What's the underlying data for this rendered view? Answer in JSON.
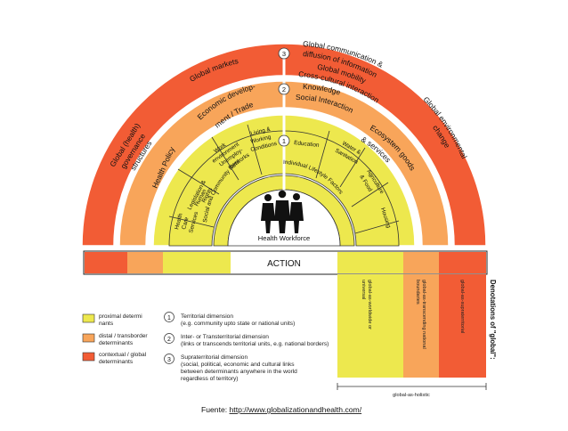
{
  "colors": {
    "outer": "#f25c35",
    "middle": "#f8a55a",
    "inner": "#ede84e",
    "white": "#ffffff"
  },
  "outer_labels": {
    "governance": [
      "Global (health)",
      "governance",
      "structures"
    ],
    "markets": "Global markets",
    "comm": [
      "Global communication &",
      "diffusion of information"
    ],
    "mobility": "Global mobility",
    "crosscult": "Cross-cultural interaction",
    "env": [
      "Global environmental",
      "change"
    ]
  },
  "middle_labels": {
    "health_policy": "Health Policy",
    "economic": [
      "Economic develop-",
      "ment / Trade"
    ],
    "knowledge": "Knowledge",
    "social": "Social Interaction",
    "ecosystem": [
      "Ecosystem goods",
      "& services"
    ]
  },
  "inner_labels": {
    "legislation": [
      "Legislation &",
      "Human",
      "Rights"
    ],
    "work": [
      "Work",
      "environment",
      "Unemploy-",
      "ment"
    ],
    "living": [
      "Living &",
      "Working",
      "Conditions"
    ],
    "education": "Education",
    "water": [
      "Water &",
      "Sanitation"
    ],
    "agriculture": [
      "Agriculture",
      "& Food"
    ],
    "health_care": [
      "Health",
      "Care",
      "Services"
    ],
    "social_networks": "Social and Community Networks",
    "lifestyle": "Individual Lifestyle Factors",
    "housing": "Housing"
  },
  "center": "Health Workforce",
  "dimension_numbers": [
    "1",
    "2",
    "3"
  ],
  "action": "ACTION",
  "legend": [
    {
      "color": "#ede84e",
      "lines": [
        "proximal determi",
        "nants"
      ]
    },
    {
      "color": "#f8a55a",
      "lines": [
        "distal / transborder",
        "determinants"
      ]
    },
    {
      "color": "#f25c35",
      "lines": [
        "contextual / global",
        "determinants"
      ]
    }
  ],
  "dimensions": [
    {
      "num": "1",
      "lines": [
        "Territorial dimension",
        "(e.g. community upto state or national units)"
      ]
    },
    {
      "num": "2",
      "lines": [
        "Inter- or Transterritorial dimension",
        "(links or transcends territorial units, e.g. national borders)"
      ]
    },
    {
      "num": "3",
      "lines": [
        "Supraterritorial dimension",
        "(social, political, economic and cultural links",
        "between determinants anywhere in the world",
        "regardless of territory)"
      ]
    }
  ],
  "global_columns": [
    {
      "color": "#ede84e",
      "lines": [
        "global-as-worldwide or",
        "universal"
      ]
    },
    {
      "color": "#f8a55a",
      "lines": [
        "global-as-transcending national",
        "boundaries"
      ]
    },
    {
      "color": "#f25c35",
      "lines": [
        "global-as-supraterritorial"
      ]
    }
  ],
  "denotations": "Denotations of \"global\":",
  "holistic": "global-as-holistic",
  "source": {
    "prefix": "Fuente: ",
    "url": "http://www.globalizationandhealth.com/"
  }
}
